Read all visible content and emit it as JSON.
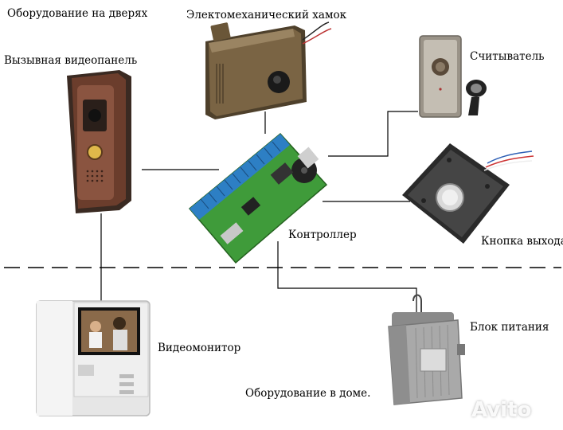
{
  "labels": {
    "door_equipment": "Оборудование на дверях",
    "lock": "Электомеханический хамок",
    "call_panel": "Вызывная видеопанель",
    "reader": "Считыватель",
    "controller": "Контроллер",
    "exit_button": "Кнопка выхода",
    "monitor": "Видеомонитор",
    "power_supply": "Блок питания",
    "home_equipment": "Оборудование в доме."
  },
  "watermark": "Avito",
  "colors": {
    "line": "#000000",
    "board": "#3f9b3a",
    "terminal": "#2d7fc4",
    "panel": "#6b3d2c",
    "lock_body": "#6e5a3c",
    "exit_body": "#3a3a3a",
    "psu": "#a9a9a9"
  }
}
